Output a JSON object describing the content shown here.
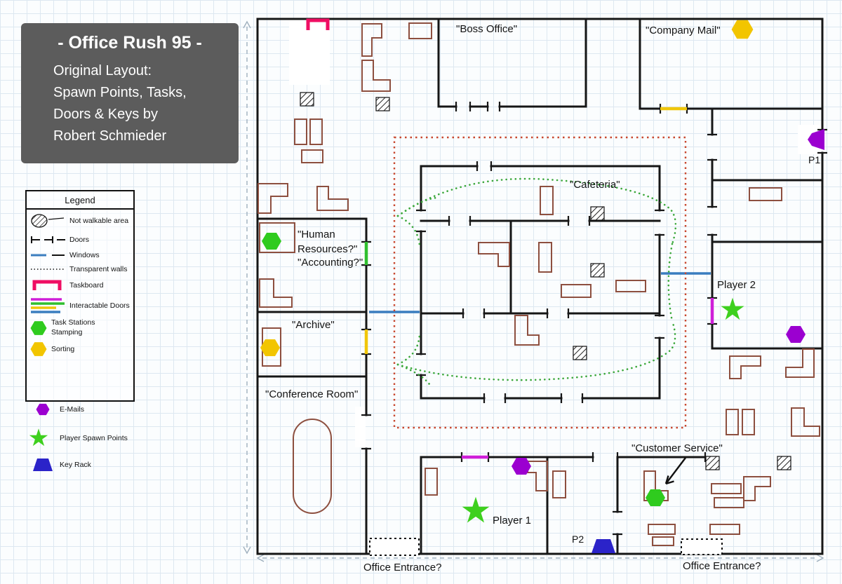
{
  "title_card": {
    "title": "- Office Rush 95 -",
    "line1": "Original Layout:",
    "line2": "Spawn Points, Tasks,",
    "line3": "Doors & Keys by",
    "line4": "Robert Schmieder"
  },
  "legend": {
    "title": "Legend",
    "not_walkable": "Not walkable area",
    "doors": "Doors",
    "windows": "Windows",
    "transparent_walls": "Transparent walls",
    "taskboard": "Taskboard",
    "interactable_doors": "Interactable Doors",
    "task_stations": "Task Stations",
    "stamping": "Stamping",
    "sorting": "Sorting",
    "emails": "E-Mails",
    "player_spawn_points": "Player Spawn Points",
    "key_rack": "Key Rack"
  },
  "rooms": {
    "boss_office": "\"Boss Office\"",
    "company_mail": "\"Company Mail\"",
    "cafeteria": "\"Cafeteria\"",
    "human_resources": "\"Human Resources?\"",
    "accounting": "\"Accounting?\"",
    "archive": "\"Archive\"",
    "conference_room": "\"Conference Room\"",
    "customer_service": "\"Customer Service\"",
    "office_entrance_left": "Office Entrance?",
    "office_entrance_right": "Office Entrance?"
  },
  "markers": {
    "player1": "Player 1",
    "player2": "Player 2",
    "p1": "P1",
    "p2": "P2"
  },
  "colors": {
    "stamping_green": "#2fcb1e",
    "sorting_yellow": "#f2c500",
    "emails_purple": "#9b00d0",
    "spawn_green": "#3ed01e",
    "key_rack_blue": "#2b23c9",
    "taskboard_pink": "#ef0e63",
    "window_blue": "#3a7dbf",
    "interactable_magenta": "#cf1fd8",
    "interactable_green": "#2fbf2f",
    "interactable_yellow": "#f0c60a",
    "transparent_wall_red": "#c8482f",
    "walkway_green": "#3aa73a",
    "furniture_brown": "#8d4f3f",
    "wall_black": "#161616"
  }
}
